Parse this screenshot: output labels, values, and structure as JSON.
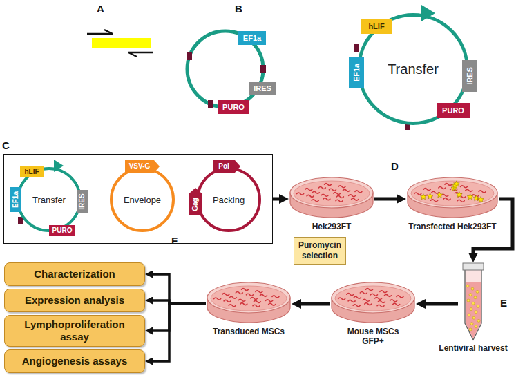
{
  "diagram": {
    "nodes": [
      {
        "text": [
          "EF1a"
        ]
      },
      {
        "text": [
          "IRES"
        ]
      },
      {
        "text": [
          "PURO"
        ]
      },
      {
        "text": [
          "Transfer"
        ]
      },
      {
        "text": [
          "EF1a"
        ]
      },
      {
        "text": [
          "hLIF"
        ]
      },
      {
        "text": [
          "IRES"
        ]
      },
      {
        "text": [
          "PURO"
        ]
      },
      {
        "text": [
          "C"
        ]
      },
      {
        "text": [
          "Transfer"
        ],
        "in": 8
      },
      {
        "text": [
          "EF1a"
        ],
        "in": 8
      },
      {
        "text": [
          "hLIF"
        ],
        "in": 8
      },
      {
        "text": [
          "IRES"
        ],
        "in": 8
      },
      {
        "text": [
          "PURO"
        ],
        "in": 8
      },
      {
        "text": [
          "Envelope"
        ],
        "in": 8
      },
      {
        "text": [
          "VSV-G"
        ],
        "in": 8
      },
      {
        "text": [
          "Packing"
        ],
        "in": 8
      },
      {
        "text": [
          "Gag"
        ],
        "in": 8
      },
      {
        "text": [
          "Pol"
        ],
        "in": 8
      },
      {
        "text": [
          "Hek293FT"
        ]
      },
      {
        "text": [
          "Transfected Hek293FT"
        ]
      },
      {
        "text": [
          "Lentiviral harvest"
        ]
      },
      {
        "text": [
          "Puromycin selection"
        ]
      },
      {
        "text": [
          "Mouse MSCs GFP+"
        ]
      },
      {
        "text": [
          "Transduced MSCs"
        ]
      },
      {
        "text": [
          "Characterization"
        ]
      },
      {
        "text": [
          "Expression analysis"
        ]
      },
      {
        "text": [
          "Lymphoproliferation assay"
        ]
      },
      {
        "text": [
          "Angiogenesis assays"
        ]
      }
    ],
    "edges": [
      {
        "from": 8,
        "to": 19,
        "arrow": "to"
      },
      {
        "from": 19,
        "to": 20,
        "arrow": "to"
      },
      {
        "from": 20,
        "to": 21,
        "arrow": "to"
      },
      {
        "from": 21,
        "to": 23,
        "arrow": "to"
      },
      {
        "from": 23,
        "to": 24,
        "arrow": "to"
      },
      {
        "from": 24,
        "to": 25,
        "arrow": "to"
      },
      {
        "from": 24,
        "to": 26,
        "arrow": "to"
      },
      {
        "from": 24,
        "to": 27,
        "arrow": "to"
      },
      {
        "from": 24,
        "to": 28,
        "arrow": "to"
      }
    ],
    "labels": [
      "A",
      "B",
      "D",
      "E",
      "F"
    ]
  }
}
